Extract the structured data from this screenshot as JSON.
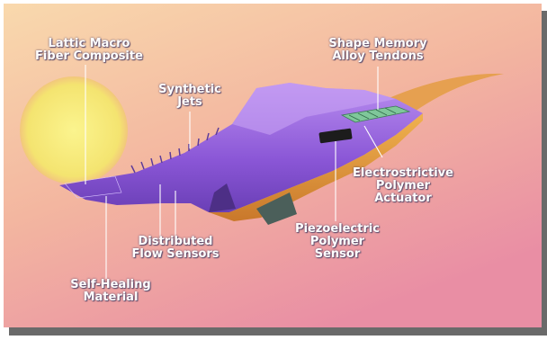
{
  "diagram": {
    "labels": {
      "lattice_line1": "Lattic Macro",
      "lattice_line2": "Fiber Composite",
      "synthetic_line1": "Synthetic",
      "synthetic_line2": "Jets",
      "sma_line1": "Shape Memory",
      "sma_line2": "Alloy Tendons",
      "electro_line1": "Electrostrictive",
      "electro_line2": "Polymer",
      "electro_line3": "Actuator",
      "piezo_line1": "Piezoelectric",
      "piezo_line2": "Polymer",
      "piezo_line3": "Sensor",
      "flow_line1": "Distributed",
      "flow_line2": "Flow Sensors",
      "heal_line1": "Self-Healing",
      "heal_line2": "Material"
    },
    "colors": {
      "sky_top": "#f7d0a6",
      "sky_bottom": "#ea8fa0",
      "sun": "#f6ec7c",
      "wing_purple": "#8f5ed8",
      "wing_orange": "#e29a3b",
      "panel_green": "#7fc79a",
      "frame_shadow": "#6a6a6a"
    }
  }
}
